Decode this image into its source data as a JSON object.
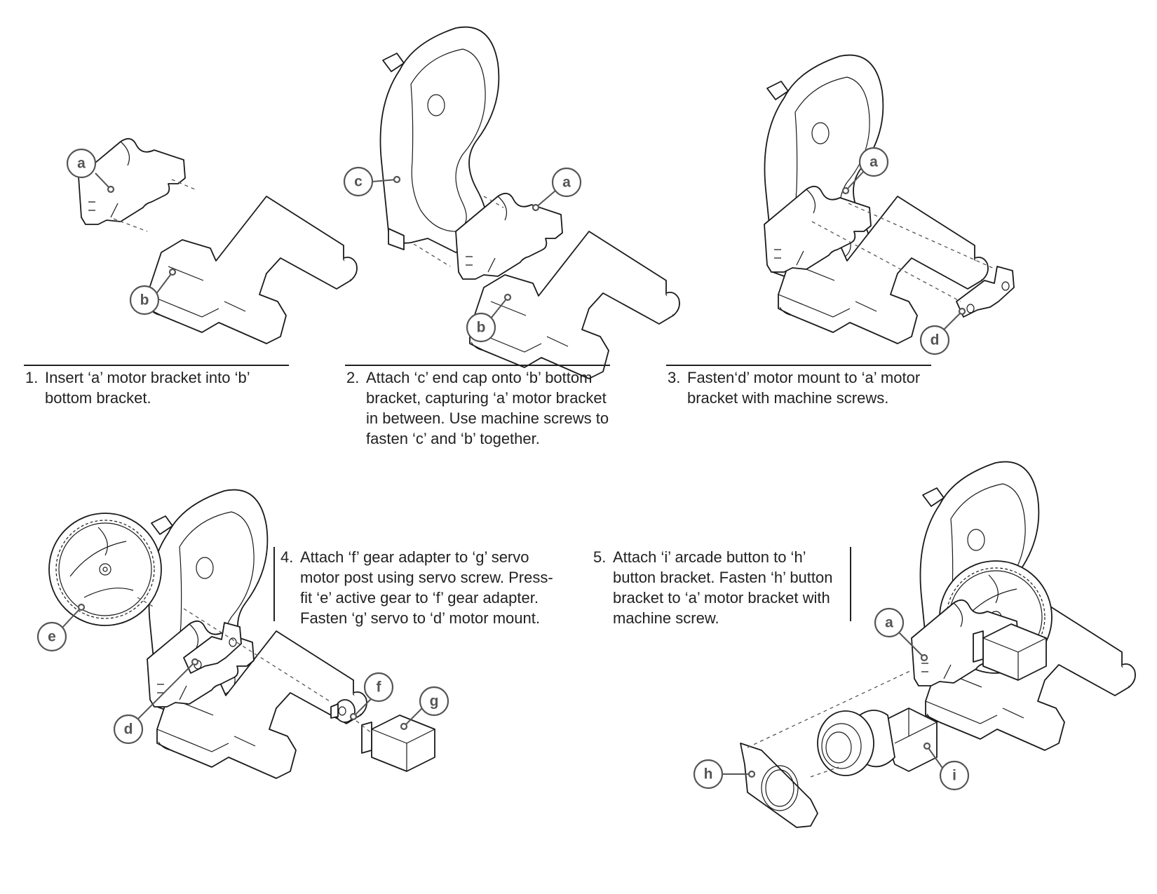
{
  "steps": [
    {
      "number": "1.",
      "text": "Insert ‘a’ motor bracket into ‘b’ bottom bracket."
    },
    {
      "number": "2.",
      "text": "Attach ‘c’ end cap onto ‘b’ bottom bracket, capturing ‘a’ motor bracket in between. Use machine screws to fasten ‘c’ and ‘b’ together."
    },
    {
      "number": "3.",
      "text": "Fasten‘d’ motor mount to ‘a’ motor bracket with machine screws."
    },
    {
      "number": "4.",
      "text": "Attach ‘f’ gear adapter to ‘g’ servo motor post using servo screw. Press-fit ‘e’ active gear to ‘f’ gear adapter. Fasten ‘g’ servo to ‘d’ motor mount."
    },
    {
      "number": "5.",
      "text": "Attach ‘i’ arcade button to ‘h’ button bracket. Fasten ‘h’ button bracket to ‘a’ motor bracket with machine screw."
    }
  ],
  "callouts": {
    "s1_a": "a",
    "s1_b": "b",
    "s2_c": "c",
    "s2_a": "a",
    "s2_b": "b",
    "s3_a": "a",
    "s3_d": "d",
    "s4_e": "e",
    "s4_d": "d",
    "s4_f": "f",
    "s4_g": "g",
    "s5_a": "a",
    "s5_h": "h",
    "s5_i": "i"
  }
}
